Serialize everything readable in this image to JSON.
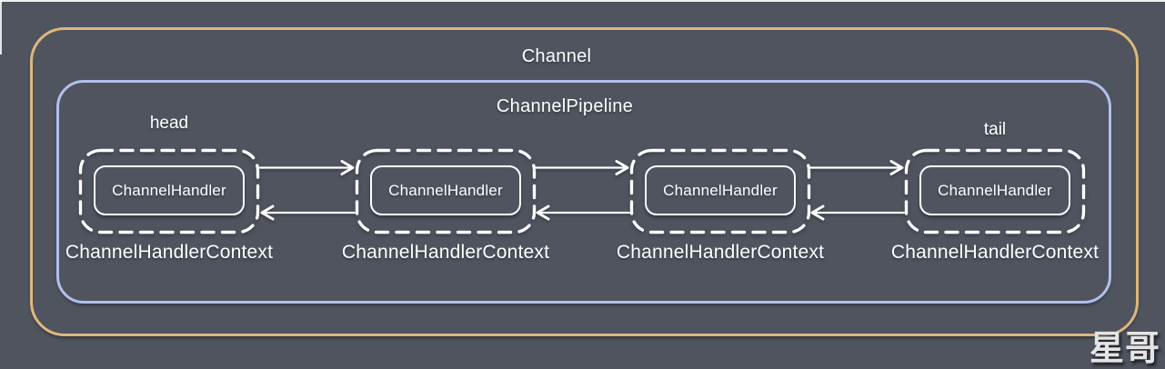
{
  "colors": {
    "background": "#4f545e",
    "channel_border": "#dcb87e",
    "pipeline_border": "#b2c0ea",
    "foreground": "#ffffff",
    "watermark_color": "#e4e4e4"
  },
  "channel": {
    "label": "Channel"
  },
  "pipeline": {
    "label": "ChannelPipeline"
  },
  "handlers": [
    {
      "position_label": "head",
      "handler_label": "ChannelHandler",
      "context_label": "ChannelHandlerContext"
    },
    {
      "position_label": "",
      "handler_label": "ChannelHandler",
      "context_label": "ChannelHandlerContext"
    },
    {
      "position_label": "",
      "handler_label": "ChannelHandler",
      "context_label": "ChannelHandlerContext"
    },
    {
      "position_label": "tail",
      "handler_label": "ChannelHandler",
      "context_label": "ChannelHandlerContext"
    }
  ],
  "arrows": {
    "pair_count": 3,
    "top_arrow_points": "right",
    "bottom_arrow_points": "left"
  },
  "watermark": "星哥"
}
